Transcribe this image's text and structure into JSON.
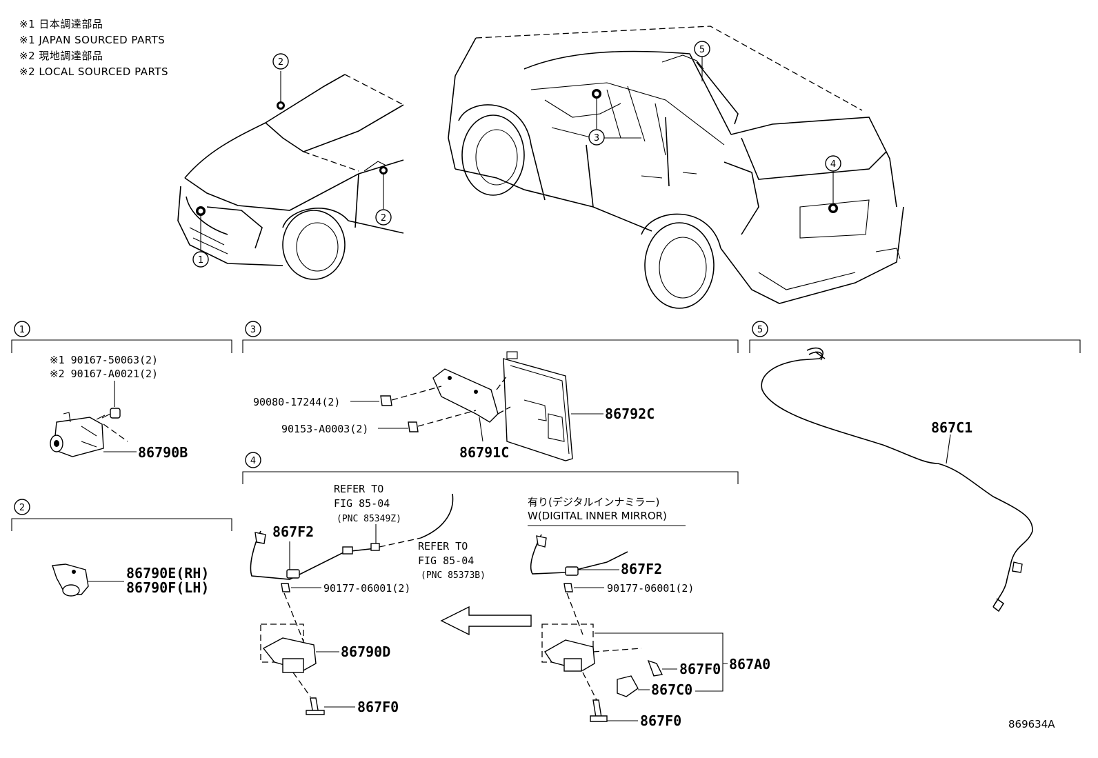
{
  "notes": [
    "※1 日本調達部品",
    "※1 JAPAN SOURCED PARTS",
    "※2 現地調達部品",
    "※2 LOCAL SOURCED PARTS"
  ],
  "callouts": {
    "c1": "1",
    "c2": "2",
    "c3": "3",
    "c4": "4",
    "c5": "5"
  },
  "section1": {
    "bolt_a": "※1 90167-50063(2)",
    "bolt_b": "※2 90167-A0021(2)",
    "part": "86790B"
  },
  "section2": {
    "part_rh": "86790E(RH)",
    "part_lh": "86790F(LH)"
  },
  "section3": {
    "nut": "90080-17244(2)",
    "bolt": "90153-A0003(2)",
    "bracket": "86791C",
    "ecu": "86792C"
  },
  "section4": {
    "refer1": [
      "REFER TO",
      "FIG 85-04",
      "(PNC 85349Z)"
    ],
    "refer2": [
      "REFER TO",
      "FIG 85-04",
      "(PNC 85373B)"
    ],
    "left": {
      "wire": "867F2",
      "nut": "90177-06001(2)",
      "camera": "86790D",
      "washer": "867F0"
    },
    "variant_jp": "有り(デジタルインナミラー)",
    "variant_en": "W(DIGITAL INNER MIRROR)",
    "right": {
      "wire": "867F2",
      "nut": "90177-06001(2)",
      "washer_a": "867F0",
      "camera": "867C0",
      "washer_b": "867F0",
      "assembly": "867A0"
    }
  },
  "section5": {
    "cable": "867C1"
  },
  "figure_id": "869634A"
}
